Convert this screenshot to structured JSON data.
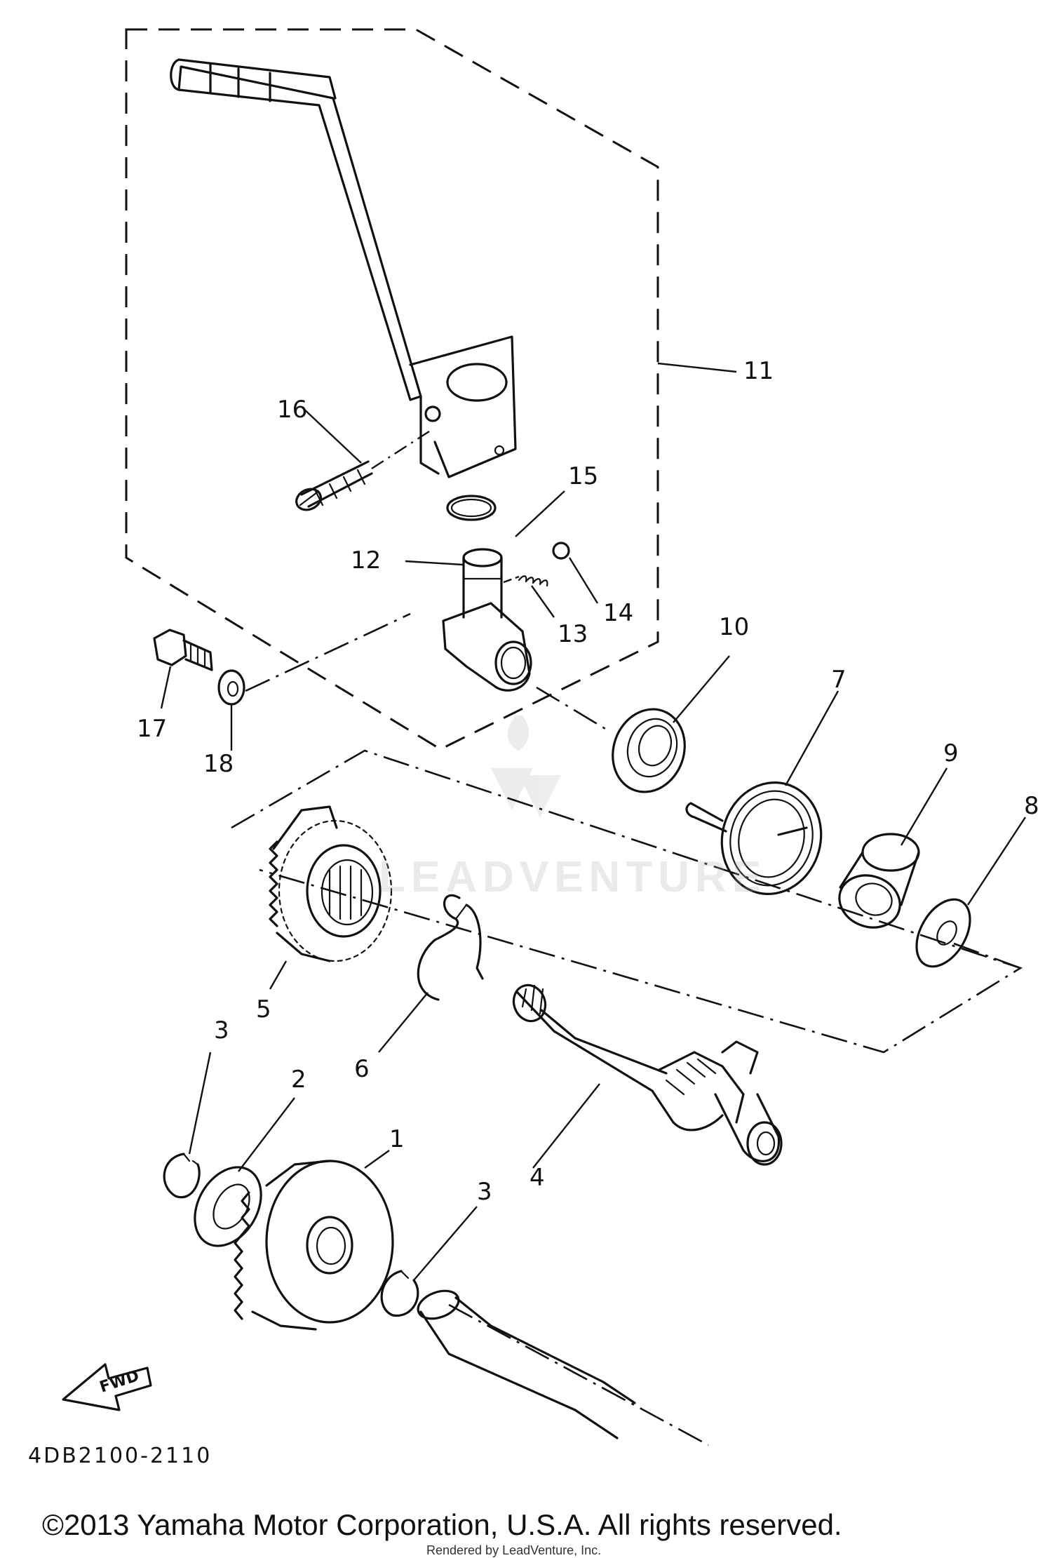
{
  "diagram": {
    "callouts": {
      "c1": "1",
      "c2": "2",
      "c3a": "3",
      "c3b": "3",
      "c4": "4",
      "c5": "5",
      "c6": "6",
      "c7": "7",
      "c8": "8",
      "c9": "9",
      "c10": "10",
      "c11": "11",
      "c12": "12",
      "c13": "13",
      "c14": "14",
      "c15": "15",
      "c16": "16",
      "c17": "17",
      "c18": "18"
    },
    "fwd_label": "FWD",
    "part_code": "4DB2100-2110",
    "watermark": "LEADVENTURE"
  },
  "footer": {
    "copyright": "©2013 Yamaha Motor Corporation, U.S.A. All rights reserved.",
    "rendered_by": "Rendered by LeadVenture, Inc."
  }
}
